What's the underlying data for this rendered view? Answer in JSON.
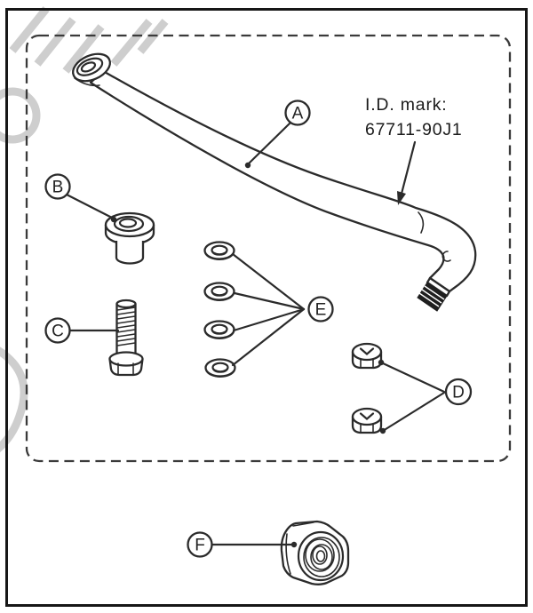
{
  "annotation": {
    "id_mark_line1": "I.D. mark:",
    "id_mark_line2": "67711-90J1"
  },
  "part_labels": {
    "a": "A",
    "b": "B",
    "c": "C",
    "d": "D",
    "e": "E",
    "f": "F"
  },
  "colors": {
    "line_art": "#2b2b2b",
    "text": "#1b1b1b",
    "page_border": "#161616",
    "dashed_boundary": "#3a3a3a",
    "watermark": "#c6c6c6",
    "background": "#ffffff"
  }
}
